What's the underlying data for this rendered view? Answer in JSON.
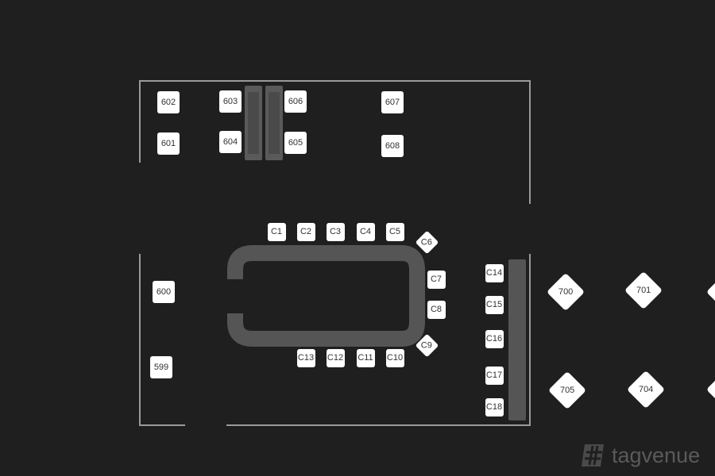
{
  "tables": {
    "t602": "602",
    "t603": "603",
    "t606": "606",
    "t607": "607",
    "t601": "601",
    "t604": "604",
    "t605": "605",
    "t608": "608",
    "t600": "600",
    "t599": "599",
    "c1": "C1",
    "c2": "C2",
    "c3": "C3",
    "c4": "C4",
    "c5": "C5",
    "c6": "C6",
    "c7": "C7",
    "c8": "C8",
    "c9": "C9",
    "c10": "C10",
    "c11": "C11",
    "c12": "C12",
    "c13": "C13",
    "c14": "C14",
    "c15": "C15",
    "c16": "C16",
    "c17": "C17",
    "c18": "C18",
    "t700": "700",
    "t701": "701",
    "t705": "705",
    "t704": "704"
  },
  "brand": {
    "name": "tagvenue"
  },
  "colors": {
    "background": "#1f1f1f",
    "wall": "#9a9a9a",
    "furniture": "#555555",
    "table": "#ffffff"
  }
}
